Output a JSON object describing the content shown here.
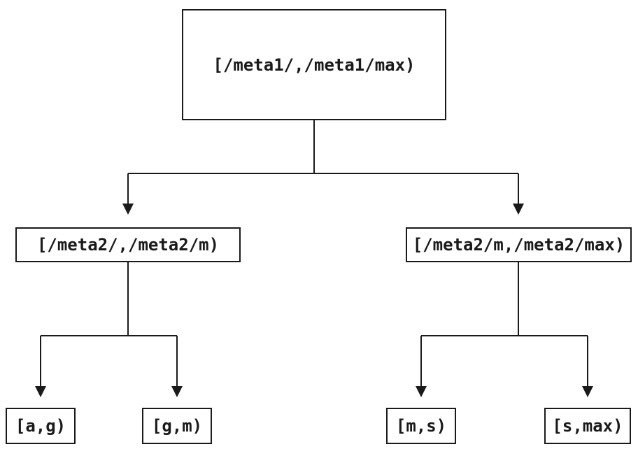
{
  "nodes": {
    "root": {
      "label": "[/meta1/,/meta1/max)"
    },
    "left_child": {
      "label": "[/meta2/,/meta2/m)"
    },
    "right_child": {
      "label": "[/meta2/m,/meta2/max)"
    },
    "leaf_ag": {
      "label": "[a,g)"
    },
    "leaf_gm": {
      "label": "[g,m)"
    },
    "leaf_ms": {
      "label": "[m,s)"
    },
    "leaf_smax": {
      "label": "[s,max)"
    }
  },
  "colors": {
    "background": "#ffffff",
    "box_border": "#1a1a1a",
    "line": "#1a1a1a",
    "text": "#1a1a1a"
  }
}
